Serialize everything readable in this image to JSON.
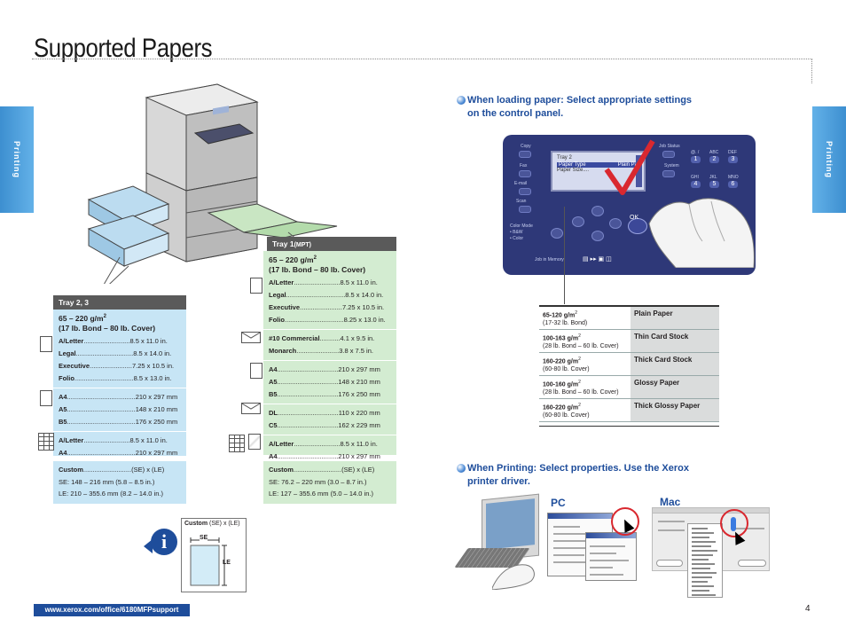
{
  "page": {
    "title": "Supported Papers",
    "page_number": "4",
    "url": "www.xerox.com/office/6180MFPsupport"
  },
  "side_tabs": {
    "left": "Printing",
    "right": "Printing"
  },
  "tray23": {
    "header": "Tray 2, 3",
    "weight": "65 – 220 g/m",
    "weight_sup": "2",
    "bond": "(17 lb. Bond – 80 lb. Cover)",
    "group1": [
      {
        "name": "A/Letter",
        "dots": ".........................",
        "size": "8.5 x 11.0 in."
      },
      {
        "name": "Legal",
        "dots": "...............................",
        "size": "8.5 x 14.0 in."
      },
      {
        "name": "Executive",
        "dots": ".......................",
        "size": "7.25 x 10.5 in."
      },
      {
        "name": "Folio",
        "dots": "................................",
        "size": "8.5 x 13.0 in."
      }
    ],
    "group2": [
      {
        "name": "A4",
        "dots": ".....................................",
        "size": "210 x 297 mm"
      },
      {
        "name": "A5",
        "dots": ".....................................",
        "size": "148 x 210 mm"
      },
      {
        "name": "B5",
        "dots": ".....................................",
        "size": "176 x 250 mm"
      }
    ],
    "group3": [
      {
        "name": "A/Letter",
        "dots": ".........................",
        "size": "8.5 x 11.0 in."
      },
      {
        "name": "A4",
        "dots": ".....................................",
        "size": "210 x 297 mm"
      }
    ],
    "custom_name": "Custom",
    "custom_dots": "..........................",
    "custom_val": "(SE) x (LE)",
    "se": "SE: 148 – 216 mm (5.8 – 8.5 in.)",
    "le": "LE: 210 – 355.6 mm (8.2 – 14.0 in.)"
  },
  "tray1": {
    "header": "Tray 1",
    "header_small": "(MPT)",
    "weight": "65 – 220 g/m",
    "weight_sup": "2",
    "bond": "(17 lb. Bond – 80 lb. Cover)",
    "group1": [
      {
        "name": "A/Letter",
        "dots": ".........................",
        "size": "8.5 x 11.0 in."
      },
      {
        "name": "Legal",
        "dots": "................................",
        "size": "8.5 x 14.0 in."
      },
      {
        "name": "Executive",
        "dots": ".......................",
        "size": "7.25 x 10.5 in."
      },
      {
        "name": "Folio",
        "dots": "................................",
        "size": "8.25 x 13.0 in."
      }
    ],
    "group2": [
      {
        "name": "#10 Commercial",
        "dots": "...........",
        "size": "4.1 x 9.5 in."
      },
      {
        "name": "Monarch",
        "dots": ".......................",
        "size": "3.8 x 7.5 in."
      }
    ],
    "group3": [
      {
        "name": "A4",
        "dots": ".................................",
        "size": "210 x 297 mm"
      },
      {
        "name": "A5",
        "dots": ".................................",
        "size": "148 x 210 mm"
      },
      {
        "name": "B5",
        "dots": ".................................",
        "size": "176 x 250 mm"
      }
    ],
    "group4": [
      {
        "name": "DL",
        "dots": ".................................",
        "size": "110 x 220 mm"
      },
      {
        "name": "C5",
        "dots": ".................................",
        "size": "162 x 229 mm"
      }
    ],
    "group5": [
      {
        "name": "A/Letter",
        "dots": ".........................",
        "size": "8.5 x 11.0 in."
      },
      {
        "name": "A4",
        "dots": ".................................",
        "size": "210 x 297 mm"
      }
    ],
    "custom_name": "Custom",
    "custom_dots": "..........................",
    "custom_val": "(SE) x (LE)",
    "se": "SE: 76.2 – 220 mm (3.0 – 8.7 in.)",
    "le": "LE: 127 – 355.6 mm (5.0 – 14.0 in.)"
  },
  "custom_diagram": {
    "label_bold": "Custom",
    "label_rest": "(SE) x (LE)",
    "se": "SE",
    "le": "LE"
  },
  "loading": {
    "heading_line1": "When loading paper: Select appropriate settings",
    "heading_line2": "on the control panel."
  },
  "control_panel": {
    "copy": "Copy",
    "fax": "Fax",
    "email": "E-mail",
    "scan": "Scan",
    "color_mode": "Color Mode",
    "bw": "• B&W",
    "color": "• Color",
    "job_in_memory": "Job in Memory",
    "job_status": "Job Status",
    "system": "System",
    "lcd_line1": "Tray 2",
    "lcd_sel_left": "Paper Type",
    "lcd_sel_right": "Plain Pa",
    "lcd_line3": "Paper Size....",
    "ok": "OK",
    "keys": [
      {
        "lbl": "@. /",
        "num": "1"
      },
      {
        "lbl": "ABC",
        "num": "2"
      },
      {
        "lbl": "DEF",
        "num": "3"
      },
      {
        "lbl": "GHI",
        "num": "4"
      },
      {
        "lbl": "JKL",
        "num": "5"
      },
      {
        "lbl": "MNO",
        "num": "6"
      }
    ]
  },
  "paper_types": [
    {
      "weight": "65-120 g/m",
      "sup": "2",
      "sub": "(17-32 lb. Bond)",
      "type": "Plain Paper"
    },
    {
      "weight": "100-163 g/m",
      "sup": "2",
      "sub": "(28 lb. Bond – 60 lb. Cover)",
      "type": "Thin Card Stock"
    },
    {
      "weight": "160-220 g/m",
      "sup": "2",
      "sub": "(60-80 lb. Cover)",
      "type": "Thick Card Stock"
    },
    {
      "weight": "100-160 g/m",
      "sup": "2",
      "sub": "(28 lb. Bond – 60 lb. Cover)",
      "type": "Glossy Paper"
    },
    {
      "weight": "160-220 g/m",
      "sup": "2",
      "sub": "(60-80 lb. Cover)",
      "type": "Thick Glossy Paper"
    }
  ],
  "printing": {
    "heading_line1": "When Printing: Select properties. Use the Xerox",
    "heading_line2": "printer driver.",
    "pc": "PC",
    "mac": "Mac"
  }
}
